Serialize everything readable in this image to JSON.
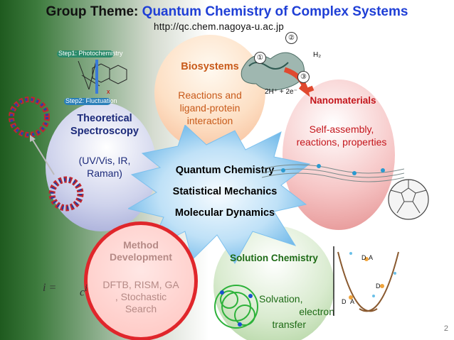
{
  "title": {
    "prefix": "Group Theme: ",
    "accent": "Quantum Chemistry of Complex Systems"
  },
  "url": "http://qc.chem.nagoya-u.ac.jp",
  "core": [
    "Quantum Chemistry",
    "Statistical Mechanics",
    "Molecular Dynamics"
  ],
  "biosystems": {
    "heading": "Biosystems",
    "line1": "Reactions and",
    "line2": "ligand-protein",
    "line3": "interaction"
  },
  "nanomaterials": {
    "heading": "Nanomaterials",
    "line1": "Self-assembly,",
    "line2": "reactions, properties"
  },
  "spectroscopy": {
    "heading1": "Theoretical",
    "heading2": "Spectroscopy",
    "line1": "(UV/Vis, IR,",
    "line2": "Raman)"
  },
  "method": {
    "heading1": "Method",
    "heading2": "Development",
    "line1": "DFTB, RISM, GA",
    "line2": ", Stochastic",
    "line3": "Search"
  },
  "solution": {
    "heading": "Solution Chemistry",
    "line1": "Solvation,",
    "line2": "electron",
    "line3": "transfer"
  },
  "inset_labels": {
    "step1": "Step1: Photochemistry",
    "step2": "Step2: Fluctuation",
    "h2": "H₂",
    "protons": "2H⁺ + 2e⁻",
    "n1": "①",
    "n2": "②",
    "n3": "③",
    "d": "D",
    "a": "A"
  },
  "equation": {
    "lhs": "i =",
    "rhs": "c",
    "sup": "i"
  },
  "page_number": "2",
  "colors": {
    "accent": "#1f3fd6",
    "method_ring": "#e0262b",
    "orange": "#c85a1a",
    "navy": "#1c2a7a",
    "green": "#1e6b16"
  }
}
